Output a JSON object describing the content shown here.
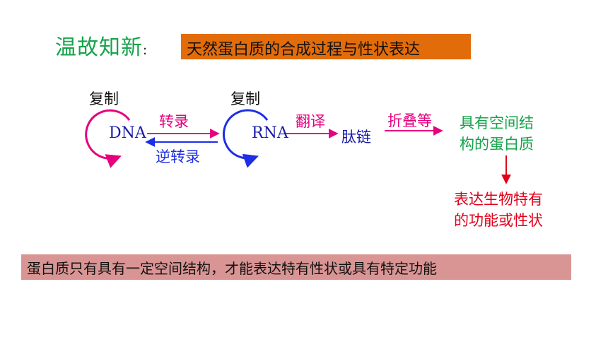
{
  "header": {
    "title": "温故知新",
    "colon": ":",
    "topic": "天然蛋白质的合成过程与性状表达"
  },
  "diagram": {
    "dna_label": "DNA",
    "rna_label": "RNA",
    "dna_replication": "复制",
    "rna_replication": "复制",
    "transcription": "转录",
    "reverse_transcription": "逆转录",
    "translation": "翻译",
    "peptide": "肽链",
    "folding": "折叠等",
    "protein_line1": "具有空间结",
    "protein_line2": "构的蛋白质",
    "trait_line1": "表达生物特有",
    "trait_line2": "的功能或性状"
  },
  "summary": {
    "text": "蛋白质只有具有一定空间结构，才能表达特有性状或具有特定功能"
  },
  "colors": {
    "green": "#16a34a",
    "orange": "#e36c0a",
    "pink": "#e6007e",
    "blue": "#1d2ee6",
    "red": "#e1001a",
    "summary_bg": "#d99594"
  }
}
